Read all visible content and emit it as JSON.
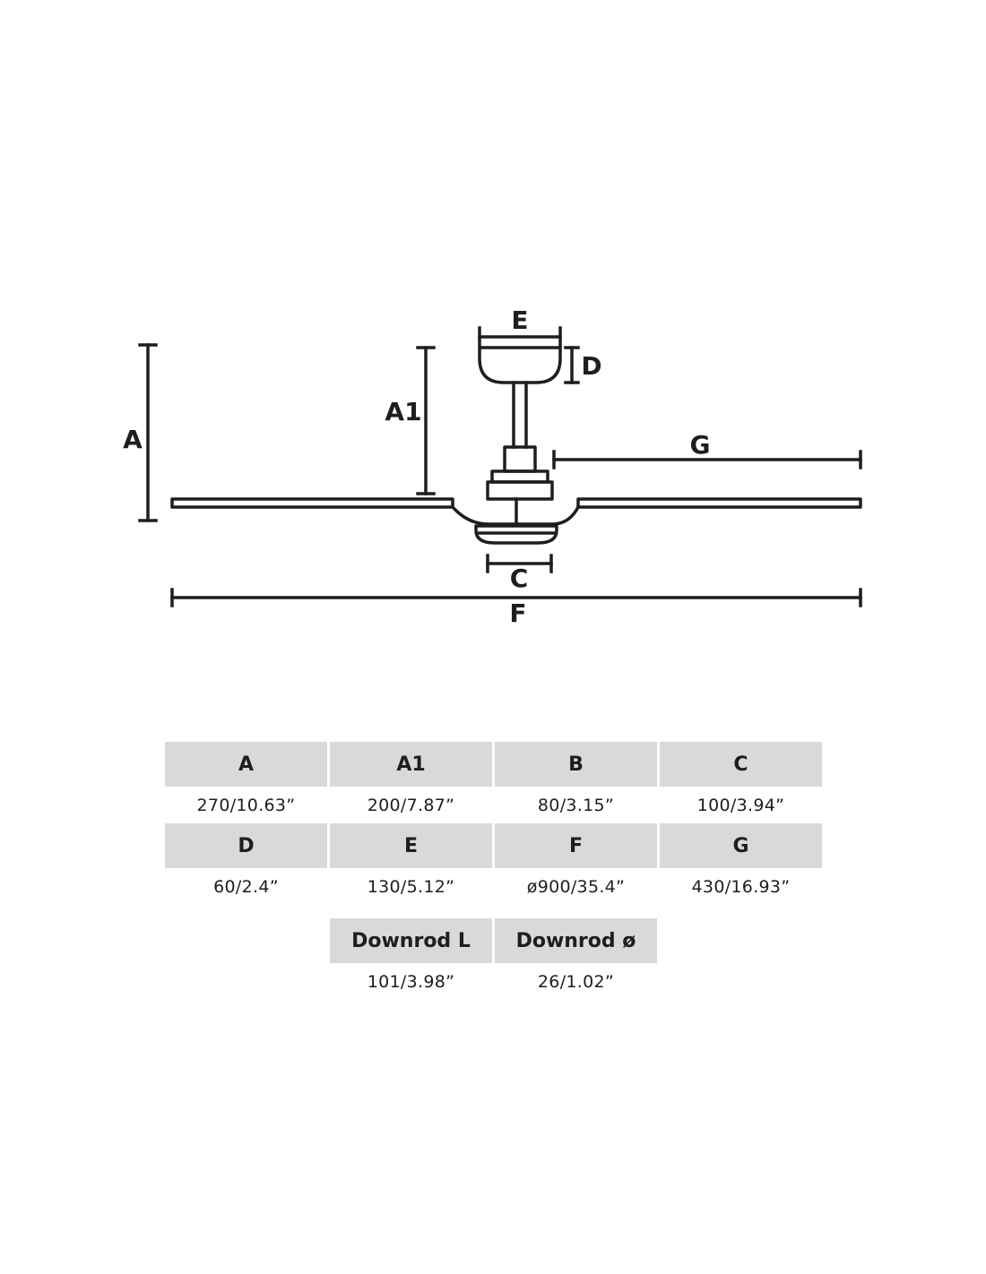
{
  "diagram": {
    "labels": {
      "A": "A",
      "A1": "A1",
      "C": "C",
      "D": "D",
      "E": "E",
      "F": "F",
      "G": "G"
    }
  },
  "specs": {
    "row1": {
      "headers": [
        "A",
        "A1",
        "B",
        "C"
      ],
      "values": [
        "270/10.63”",
        "200/7.87”",
        "80/3.15”",
        "100/3.94”"
      ]
    },
    "row2": {
      "headers": [
        "D",
        "E",
        "F",
        "G"
      ],
      "values": [
        "60/2.4”",
        "130/5.12”",
        "ø900/35.4”",
        "430/16.93”"
      ]
    },
    "row3": {
      "headers": [
        "Downrod L",
        "Downrod ø"
      ],
      "values": [
        "101/3.98”",
        "26/1.02”"
      ]
    }
  }
}
